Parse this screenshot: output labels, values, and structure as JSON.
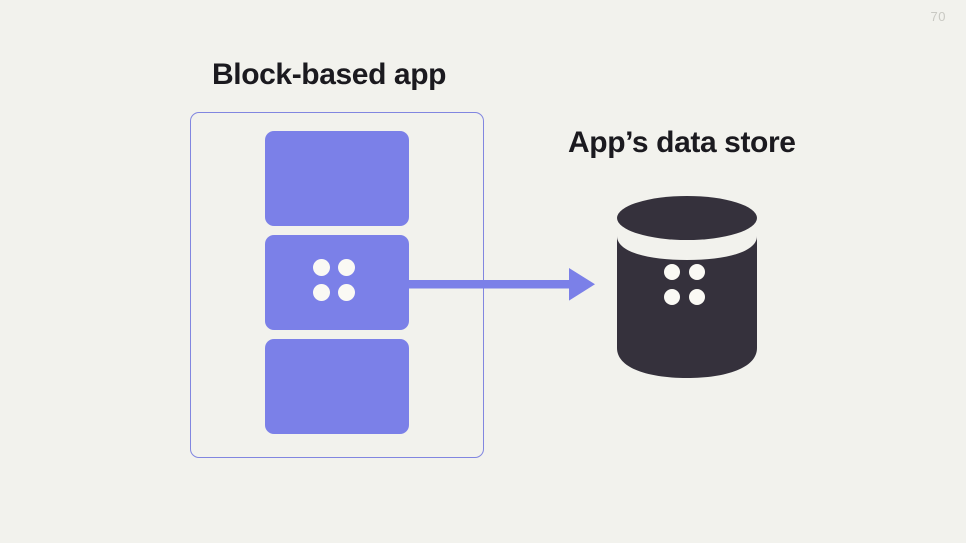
{
  "slide": {
    "page_number": "70",
    "background_color": "#f2f2ed"
  },
  "diagram": {
    "title_left": "Block-based app",
    "title_right": "App’s data store",
    "colors": {
      "block_purple": "#7b80e8",
      "container_border": "#8186e0",
      "arrow": "#7b80e8",
      "cylinder_dark": "#35313c",
      "dot_cream": "#faf9f4",
      "heading_text": "#1b1a1f",
      "page_number_text": "#c9c9c3"
    },
    "app_container": {
      "label": "block-based-app-container",
      "blocks": [
        {
          "name": "block-top",
          "has_data_dots": false
        },
        {
          "name": "block-middle",
          "has_data_dots": true,
          "dot_count": 4
        },
        {
          "name": "block-bottom",
          "has_data_dots": false
        }
      ]
    },
    "arrow": {
      "name": "data-flow-arrow",
      "direction": "right",
      "from": "block-middle",
      "to": "data-store-cylinder"
    },
    "data_store": {
      "name": "data-store-cylinder",
      "dot_count": 4
    }
  }
}
